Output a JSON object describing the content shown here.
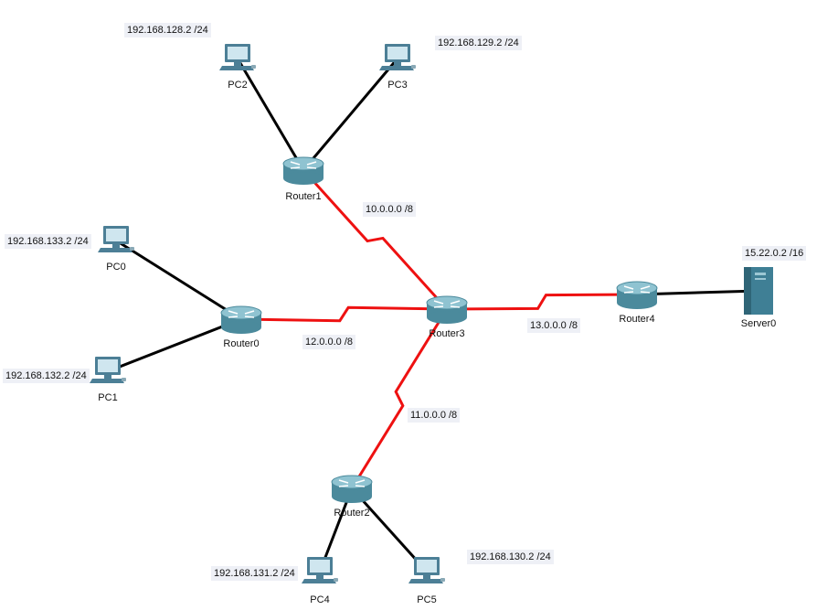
{
  "colors": {
    "ethernet": "#000000",
    "serial": "#ee1111",
    "router_body": "#4b8a9c",
    "router_top": "#8fc3d1",
    "pc_frame": "#4c7f96",
    "pc_screen": "#cfe6ef",
    "server_body": "#3f7f95",
    "note_bg": "#eef0f6"
  },
  "devices": [
    {
      "id": "pc2",
      "label": "PC2",
      "icon": "pc-icon"
    },
    {
      "id": "pc3",
      "label": "PC3",
      "icon": "pc-icon"
    },
    {
      "id": "router1",
      "label": "Router1",
      "icon": "router-icon"
    },
    {
      "id": "pc0",
      "label": "PC0",
      "icon": "pc-icon"
    },
    {
      "id": "pc1",
      "label": "PC1",
      "icon": "pc-icon"
    },
    {
      "id": "router0",
      "label": "Router0",
      "icon": "router-icon"
    },
    {
      "id": "router3",
      "label": "Router3",
      "icon": "router-icon"
    },
    {
      "id": "router4",
      "label": "Router4",
      "icon": "router-icon"
    },
    {
      "id": "server0",
      "label": "Server0",
      "icon": "server-icon"
    },
    {
      "id": "router2",
      "label": "Router2",
      "icon": "router-icon"
    },
    {
      "id": "pc4",
      "label": "PC4",
      "icon": "pc-icon"
    },
    {
      "id": "pc5",
      "label": "PC5",
      "icon": "pc-icon"
    }
  ],
  "links": [
    {
      "from": "pc2",
      "to": "router1",
      "type": "ethernet"
    },
    {
      "from": "pc3",
      "to": "router1",
      "type": "ethernet"
    },
    {
      "from": "pc0",
      "to": "router0",
      "type": "ethernet"
    },
    {
      "from": "pc1",
      "to": "router0",
      "type": "ethernet"
    },
    {
      "from": "router4",
      "to": "server0",
      "type": "ethernet"
    },
    {
      "from": "router2",
      "to": "pc4",
      "type": "ethernet"
    },
    {
      "from": "router2",
      "to": "pc5",
      "type": "ethernet"
    },
    {
      "from": "router1",
      "to": "router3",
      "type": "serial"
    },
    {
      "from": "router0",
      "to": "router3",
      "type": "serial"
    },
    {
      "from": "router3",
      "to": "router4",
      "type": "serial"
    },
    {
      "from": "router3",
      "to": "router2",
      "type": "serial"
    }
  ],
  "notes": [
    {
      "id": "pc2-ip",
      "text": "192.168.128.2 /24"
    },
    {
      "id": "pc3-ip",
      "text": "192.168.129.2 /24"
    },
    {
      "id": "net-10",
      "text": "10.0.0.0 /8"
    },
    {
      "id": "pc0-ip",
      "text": "192.168.133.2 /24"
    },
    {
      "id": "server-ip",
      "text": "15.22.0.2 /16"
    },
    {
      "id": "net-12",
      "text": "12.0.0.0 /8"
    },
    {
      "id": "net-13",
      "text": "13.0.0.0 /8"
    },
    {
      "id": "pc1-ip",
      "text": "192.168.132.2 /24"
    },
    {
      "id": "net-11",
      "text": "11.0.0.0 /8"
    },
    {
      "id": "pc4-ip",
      "text": "192.168.131.2 /24"
    },
    {
      "id": "pc5-ip",
      "text": "192.168.130.2 /24"
    }
  ]
}
